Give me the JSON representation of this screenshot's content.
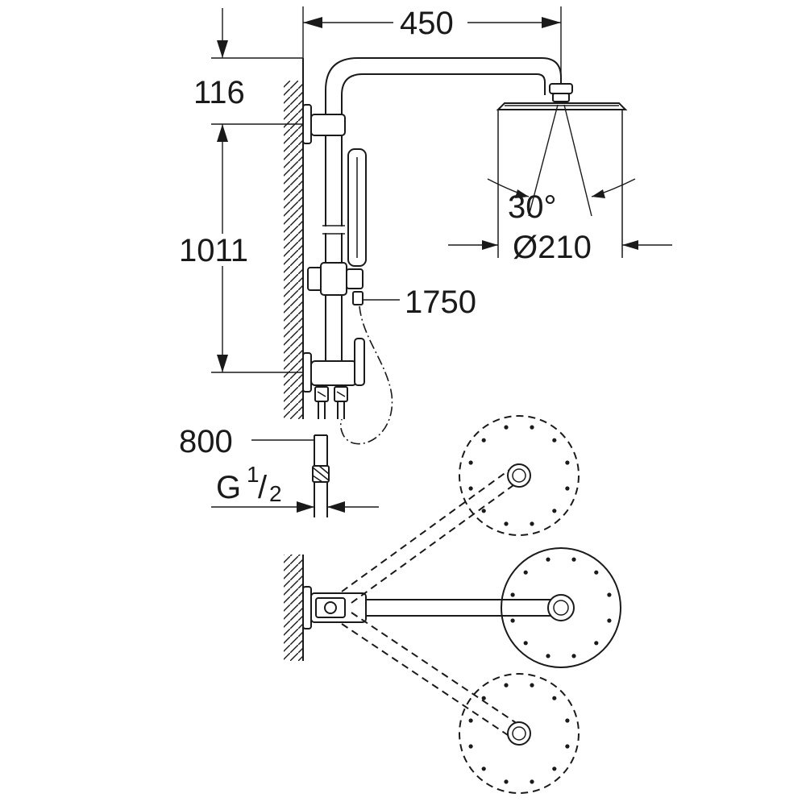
{
  "dimensions": {
    "width_overall": "450",
    "top_offset": "116",
    "rail_height": "1011",
    "hose_length": "1750",
    "riser_length": "800",
    "connection_thread": "G",
    "connection_fraction_num": "1",
    "connection_fraction_den": "2",
    "spray_angle": "30°",
    "head_diameter": "Ø210"
  }
}
